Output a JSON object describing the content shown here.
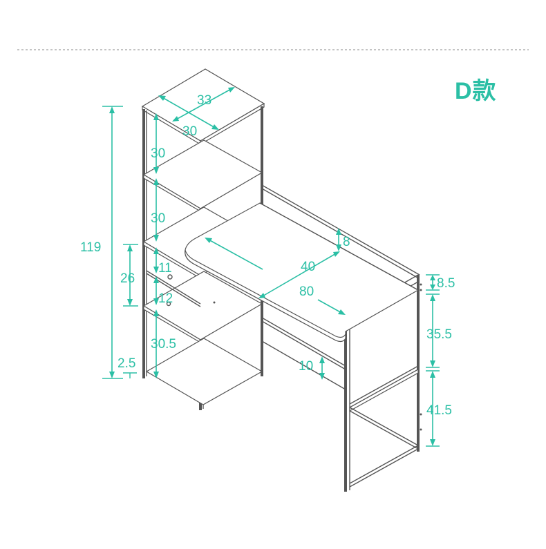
{
  "title": "D款",
  "dimensions": {
    "total_height": "119",
    "depth_top": "33",
    "width_top": "30",
    "shelf_1": "30",
    "shelf_2": "30",
    "shelf_mid": "26",
    "gap_11": "11",
    "gap_12": "12",
    "shelf_low": "30.5",
    "foot": "2.5",
    "desk_depth": "40",
    "desk_width": "80",
    "desk_edge": "8",
    "under_desk": "10",
    "right_top": "8.5",
    "right_mid": "35.5",
    "right_low": "41.5"
  },
  "colors": {
    "accent": "#2bbfa5",
    "line": "#555555",
    "divider": "#888888"
  }
}
